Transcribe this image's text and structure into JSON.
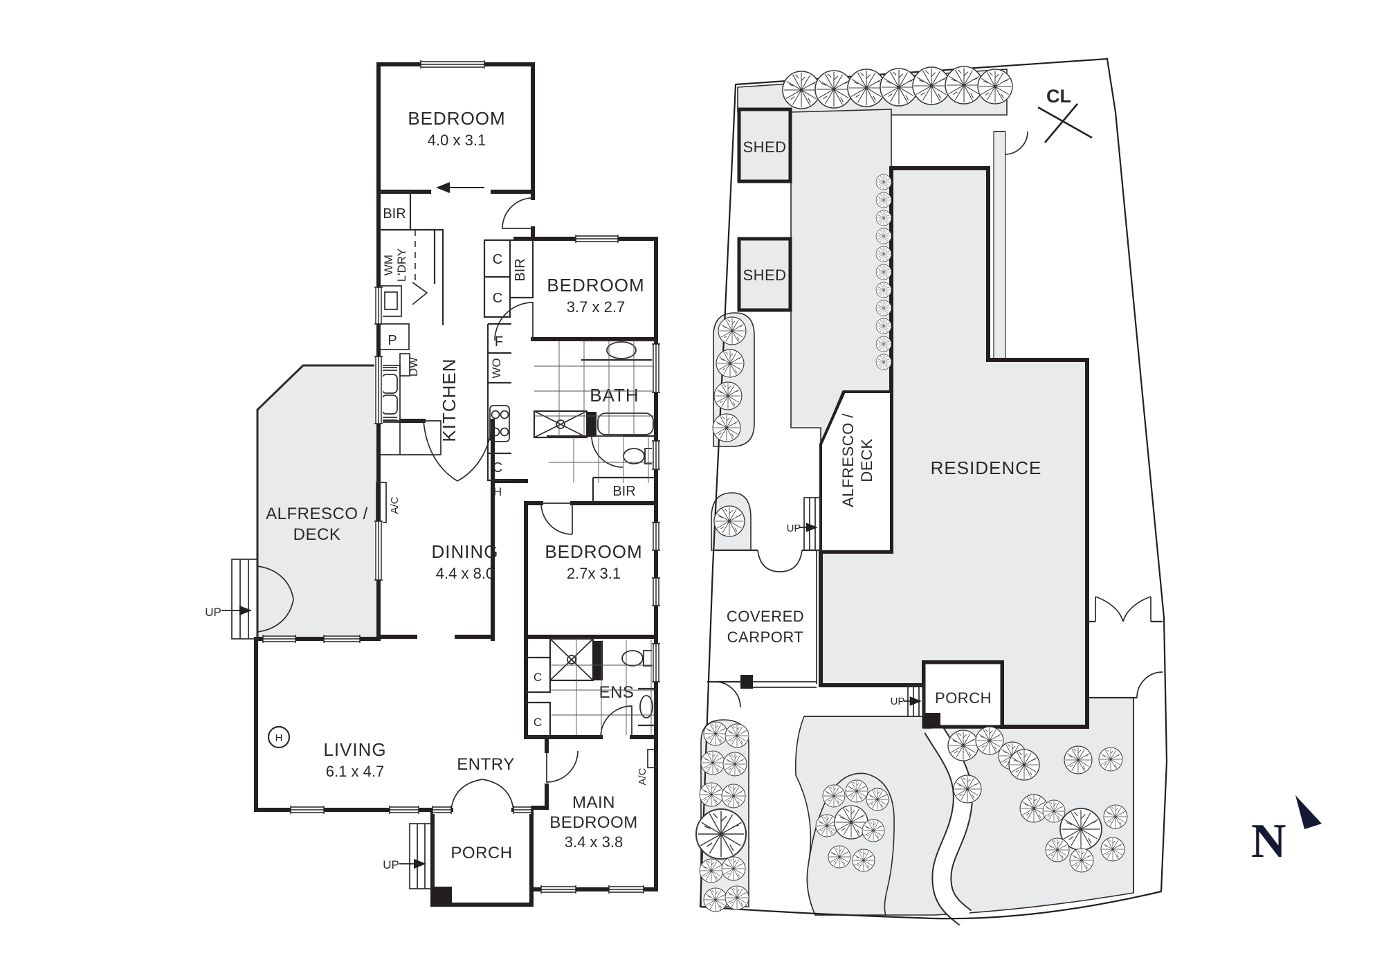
{
  "document": {
    "type": "residential floor plan and site plan drawing"
  },
  "floor_plan": {
    "rooms": {
      "bedroom1": {
        "name": "BEDROOM",
        "dims": "4.0 x 3.1"
      },
      "bedroom2": {
        "name": "BEDROOM",
        "dims": "3.7 x 2.7"
      },
      "bedroom3": {
        "name": "BEDROOM",
        "dims": "2.7x 3.1"
      },
      "main_bedroom": {
        "name_line1": "MAIN",
        "name_line2": "BEDROOM",
        "dims": "3.4 x 3.8"
      },
      "living": {
        "name": "LIVING",
        "dims": "6.1 x 4.7"
      },
      "dining": {
        "name": "DINING",
        "dims": "4.4 x 8.0"
      },
      "kitchen": {
        "name": "KITCHEN"
      },
      "bath": {
        "name": "BATH"
      },
      "ens": {
        "name": "ENS"
      },
      "entry": {
        "name": "ENTRY"
      },
      "porch": {
        "name": "PORCH"
      },
      "alfresco": {
        "name_line1": "ALFRESCO /",
        "name_line2": "DECK"
      }
    },
    "labels": {
      "bir": "BIR",
      "wm": "WM",
      "ldry": "L'DRY",
      "pantry": "P",
      "dishwasher": "DW",
      "fridge": "F",
      "wall_oven": "WO",
      "cupboard": "C",
      "hotwater": "H",
      "ac": "A/C",
      "up": "UP"
    }
  },
  "site_plan": {
    "labels": {
      "shed": "SHED",
      "residence": "RESIDENCE",
      "carport_line1": "COVERED",
      "carport_line2": "CARPORT",
      "porch": "PORCH",
      "alfresco_line1": "ALFRESCO /",
      "alfresco_line2": "DECK",
      "up": "UP",
      "cl": "CL"
    }
  },
  "compass": {
    "north": "N"
  },
  "colors": {
    "wall": "#231f20",
    "area_fill": "#e9eaec",
    "paper": "#ffffff",
    "compass": "#141a33"
  }
}
